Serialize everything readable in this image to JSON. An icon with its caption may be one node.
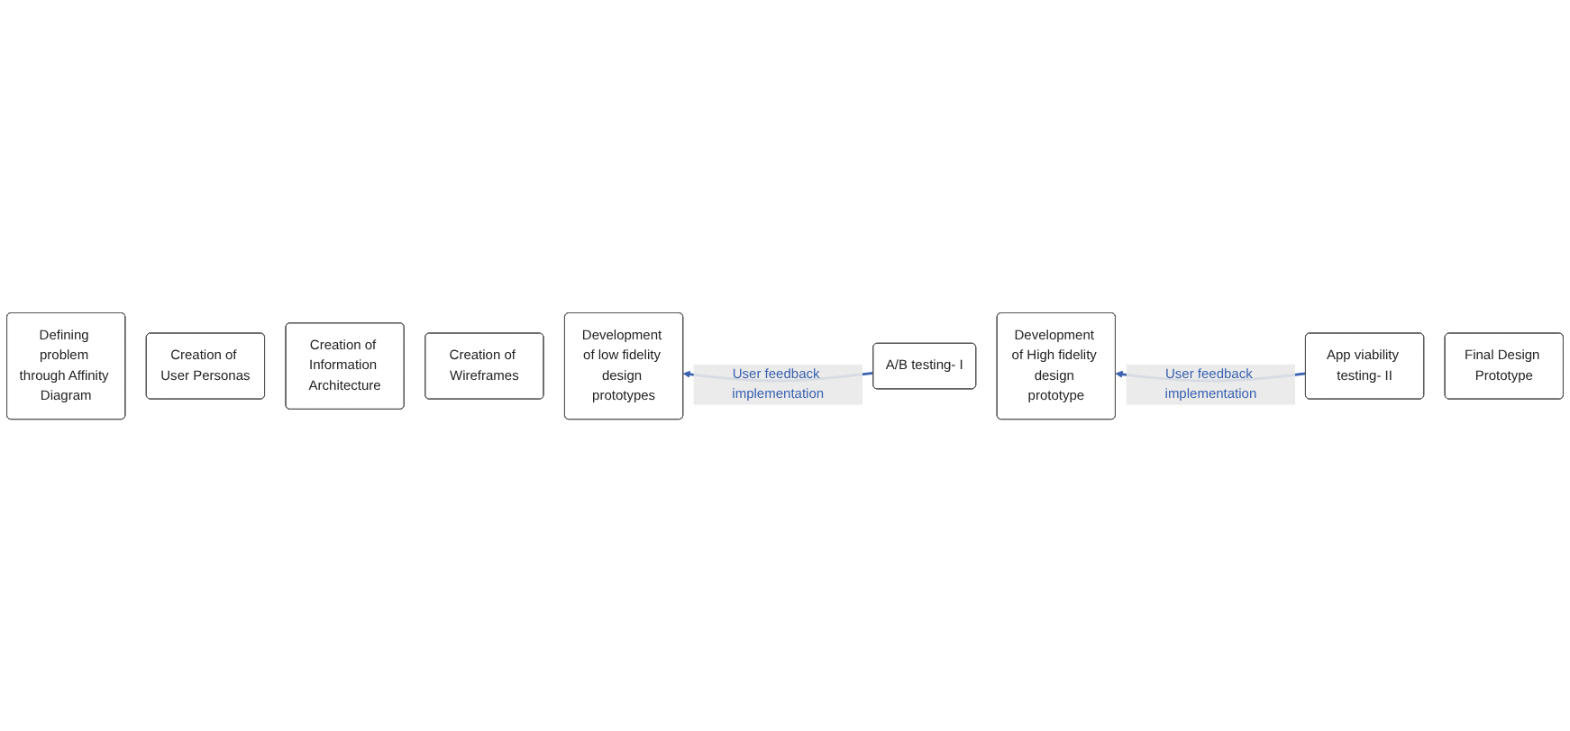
{
  "diagram": {
    "nodes": [
      {
        "text": [
          "Defining problem through Affinity Diagram"
        ]
      },
      {
        "text": [
          "Creation of User Personas"
        ]
      },
      {
        "text": [
          "Creation of Information Architecture"
        ]
      },
      {
        "text": [
          "Creation of Wireframes"
        ]
      },
      {
        "text": [
          "Development of low fidelity design prototypes"
        ]
      },
      {
        "text": [
          "A/B testing- I"
        ]
      },
      {
        "text": [
          "Development of High fidelity design prototype"
        ]
      },
      {
        "text": [
          "App viability testing- II"
        ]
      },
      {
        "text": [
          "Final Design Prototype"
        ]
      }
    ],
    "edges": [
      {
        "from": 7,
        "to": 6,
        "arrow": "to",
        "label": "User feedback implementation"
      },
      {
        "from": 5,
        "to": 4,
        "arrow": "to",
        "label": "User feedback implementation"
      }
    ]
  }
}
